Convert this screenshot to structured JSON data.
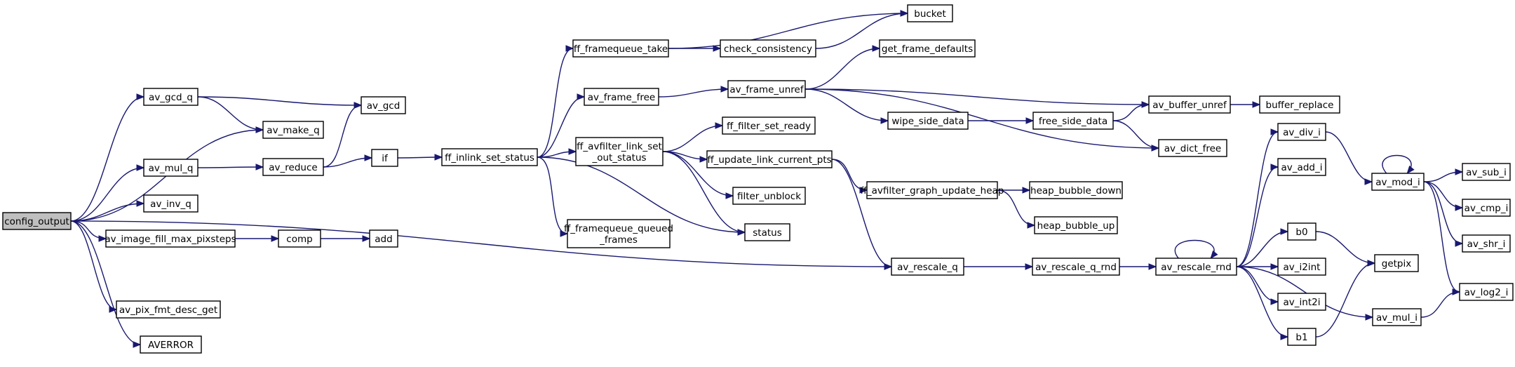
{
  "diagram": {
    "root": "config_output",
    "nodes": {
      "config_output": {
        "label": [
          "config_output"
        ],
        "root": true
      },
      "av_gcd_q": {
        "label": [
          "av_gcd_q"
        ]
      },
      "av_gcd": {
        "label": [
          "av_gcd"
        ]
      },
      "av_make_q": {
        "label": [
          "av_make_q"
        ]
      },
      "av_mul_q": {
        "label": [
          "av_mul_q"
        ]
      },
      "av_reduce": {
        "label": [
          "av_reduce"
        ]
      },
      "if": {
        "label": [
          "if"
        ]
      },
      "av_inv_q": {
        "label": [
          "av_inv_q"
        ]
      },
      "av_image_fill_max_pixsteps": {
        "label": [
          "av_image_fill_max_pixsteps"
        ]
      },
      "comp": {
        "label": [
          "comp"
        ]
      },
      "add": {
        "label": [
          "add"
        ]
      },
      "av_pix_fmt_desc_get": {
        "label": [
          "av_pix_fmt_desc_get"
        ]
      },
      "AVERROR": {
        "label": [
          "AVERROR"
        ]
      },
      "ff_inlink_set_status": {
        "label": [
          "ff_inlink_set_status"
        ]
      },
      "ff_framequeue_take": {
        "label": [
          "ff_framequeue_take"
        ]
      },
      "check_consistency": {
        "label": [
          "check_consistency"
        ]
      },
      "bucket": {
        "label": [
          "bucket"
        ]
      },
      "av_frame_free": {
        "label": [
          "av_frame_free"
        ]
      },
      "av_frame_unref": {
        "label": [
          "av_frame_unref"
        ]
      },
      "get_frame_defaults": {
        "label": [
          "get_frame_defaults"
        ]
      },
      "av_buffer_unref": {
        "label": [
          "av_buffer_unref"
        ]
      },
      "buffer_replace": {
        "label": [
          "buffer_replace"
        ]
      },
      "wipe_side_data": {
        "label": [
          "wipe_side_data"
        ]
      },
      "free_side_data": {
        "label": [
          "free_side_data"
        ]
      },
      "av_dict_free": {
        "label": [
          "av_dict_free"
        ]
      },
      "ff_avfilter_link_set_out_status": {
        "label": [
          "ff_avfilter_link_set",
          "_out_status"
        ]
      },
      "ff_filter_set_ready": {
        "label": [
          "ff_filter_set_ready"
        ]
      },
      "ff_update_link_current_pts": {
        "label": [
          "ff_update_link_current_pts"
        ]
      },
      "filter_unblock": {
        "label": [
          "filter_unblock"
        ]
      },
      "status": {
        "label": [
          "status"
        ]
      },
      "ff_framequeue_queued_frames": {
        "label": [
          "ff_framequeue_queued",
          "_frames"
        ]
      },
      "ff_avfilter_graph_update_heap": {
        "label": [
          "ff_avfilter_graph_update_heap"
        ]
      },
      "heap_bubble_down": {
        "label": [
          "heap_bubble_down"
        ]
      },
      "heap_bubble_up": {
        "label": [
          "heap_bubble_up"
        ]
      },
      "av_rescale_q": {
        "label": [
          "av_rescale_q"
        ]
      },
      "av_rescale_q_rnd": {
        "label": [
          "av_rescale_q_rnd"
        ]
      },
      "av_rescale_rnd": {
        "label": [
          "av_rescale_rnd"
        ]
      },
      "av_div_i": {
        "label": [
          "av_div_i"
        ]
      },
      "av_add_i": {
        "label": [
          "av_add_i"
        ]
      },
      "b0": {
        "label": [
          "b0"
        ]
      },
      "av_i2int": {
        "label": [
          "av_i2int"
        ]
      },
      "av_int2i": {
        "label": [
          "av_int2i"
        ]
      },
      "b1": {
        "label": [
          "b1"
        ]
      },
      "av_mul_i": {
        "label": [
          "av_mul_i"
        ]
      },
      "getpix": {
        "label": [
          "getpix"
        ]
      },
      "av_mod_i": {
        "label": [
          "av_mod_i"
        ]
      },
      "av_sub_i": {
        "label": [
          "av_sub_i"
        ]
      },
      "av_cmp_i": {
        "label": [
          "av_cmp_i"
        ]
      },
      "av_shr_i": {
        "label": [
          "av_shr_i"
        ]
      },
      "av_log2_i": {
        "label": [
          "av_log2_i"
        ]
      }
    },
    "edges": [
      [
        "config_output",
        "av_gcd_q"
      ],
      [
        "config_output",
        "av_make_q"
      ],
      [
        "config_output",
        "av_mul_q"
      ],
      [
        "config_output",
        "av_inv_q"
      ],
      [
        "config_output",
        "av_image_fill_max_pixsteps"
      ],
      [
        "config_output",
        "av_pix_fmt_desc_get"
      ],
      [
        "config_output",
        "AVERROR"
      ],
      [
        "config_output",
        "av_rescale_q"
      ],
      [
        "av_gcd_q",
        "av_gcd"
      ],
      [
        "av_gcd_q",
        "av_make_q"
      ],
      [
        "av_mul_q",
        "av_reduce"
      ],
      [
        "av_reduce",
        "av_gcd"
      ],
      [
        "av_reduce",
        "if"
      ],
      [
        "if",
        "ff_inlink_set_status"
      ],
      [
        "av_image_fill_max_pixsteps",
        "comp"
      ],
      [
        "comp",
        "add"
      ],
      [
        "ff_inlink_set_status",
        "ff_framequeue_take"
      ],
      [
        "ff_inlink_set_status",
        "av_frame_free"
      ],
      [
        "ff_inlink_set_status",
        "ff_avfilter_link_set_out_status"
      ],
      [
        "ff_inlink_set_status",
        "ff_framequeue_queued_frames"
      ],
      [
        "ff_inlink_set_status",
        "status"
      ],
      [
        "ff_framequeue_take",
        "check_consistency"
      ],
      [
        "ff_framequeue_take",
        "bucket"
      ],
      [
        "check_consistency",
        "bucket"
      ],
      [
        "av_frame_free",
        "av_frame_unref"
      ],
      [
        "av_frame_unref",
        "get_frame_defaults"
      ],
      [
        "av_frame_unref",
        "av_buffer_unref"
      ],
      [
        "av_frame_unref",
        "wipe_side_data"
      ],
      [
        "av_frame_unref",
        "av_dict_free"
      ],
      [
        "av_buffer_unref",
        "buffer_replace"
      ],
      [
        "wipe_side_data",
        "free_side_data"
      ],
      [
        "free_side_data",
        "av_buffer_unref"
      ],
      [
        "free_side_data",
        "av_dict_free"
      ],
      [
        "ff_avfilter_link_set_out_status",
        "ff_filter_set_ready"
      ],
      [
        "ff_avfilter_link_set_out_status",
        "ff_update_link_current_pts"
      ],
      [
        "ff_avfilter_link_set_out_status",
        "filter_unblock"
      ],
      [
        "ff_avfilter_link_set_out_status",
        "status"
      ],
      [
        "ff_update_link_current_pts",
        "ff_avfilter_graph_update_heap"
      ],
      [
        "ff_update_link_current_pts",
        "av_rescale_q"
      ],
      [
        "ff_avfilter_graph_update_heap",
        "heap_bubble_down"
      ],
      [
        "ff_avfilter_graph_update_heap",
        "heap_bubble_up"
      ],
      [
        "av_rescale_q",
        "av_rescale_q_rnd"
      ],
      [
        "av_rescale_q_rnd",
        "av_rescale_rnd"
      ],
      [
        "av_rescale_rnd",
        "av_rescale_rnd"
      ],
      [
        "av_rescale_rnd",
        "av_div_i"
      ],
      [
        "av_rescale_rnd",
        "av_add_i"
      ],
      [
        "av_rescale_rnd",
        "b0"
      ],
      [
        "av_rescale_rnd",
        "av_i2int"
      ],
      [
        "av_rescale_rnd",
        "av_int2i"
      ],
      [
        "av_rescale_rnd",
        "b1"
      ],
      [
        "av_rescale_rnd",
        "av_mul_i"
      ],
      [
        "b0",
        "getpix"
      ],
      [
        "b1",
        "getpix"
      ],
      [
        "av_div_i",
        "av_mod_i"
      ],
      [
        "av_mul_i",
        "av_log2_i"
      ],
      [
        "av_mod_i",
        "av_mod_i"
      ],
      [
        "av_mod_i",
        "av_sub_i"
      ],
      [
        "av_mod_i",
        "av_cmp_i"
      ],
      [
        "av_mod_i",
        "av_shr_i"
      ],
      [
        "av_mod_i",
        "av_log2_i"
      ]
    ]
  },
  "colors": {
    "edge": "#191970",
    "node_fill": "#ffffff",
    "root_fill": "#bfbfbf",
    "node_border": "#000000"
  }
}
